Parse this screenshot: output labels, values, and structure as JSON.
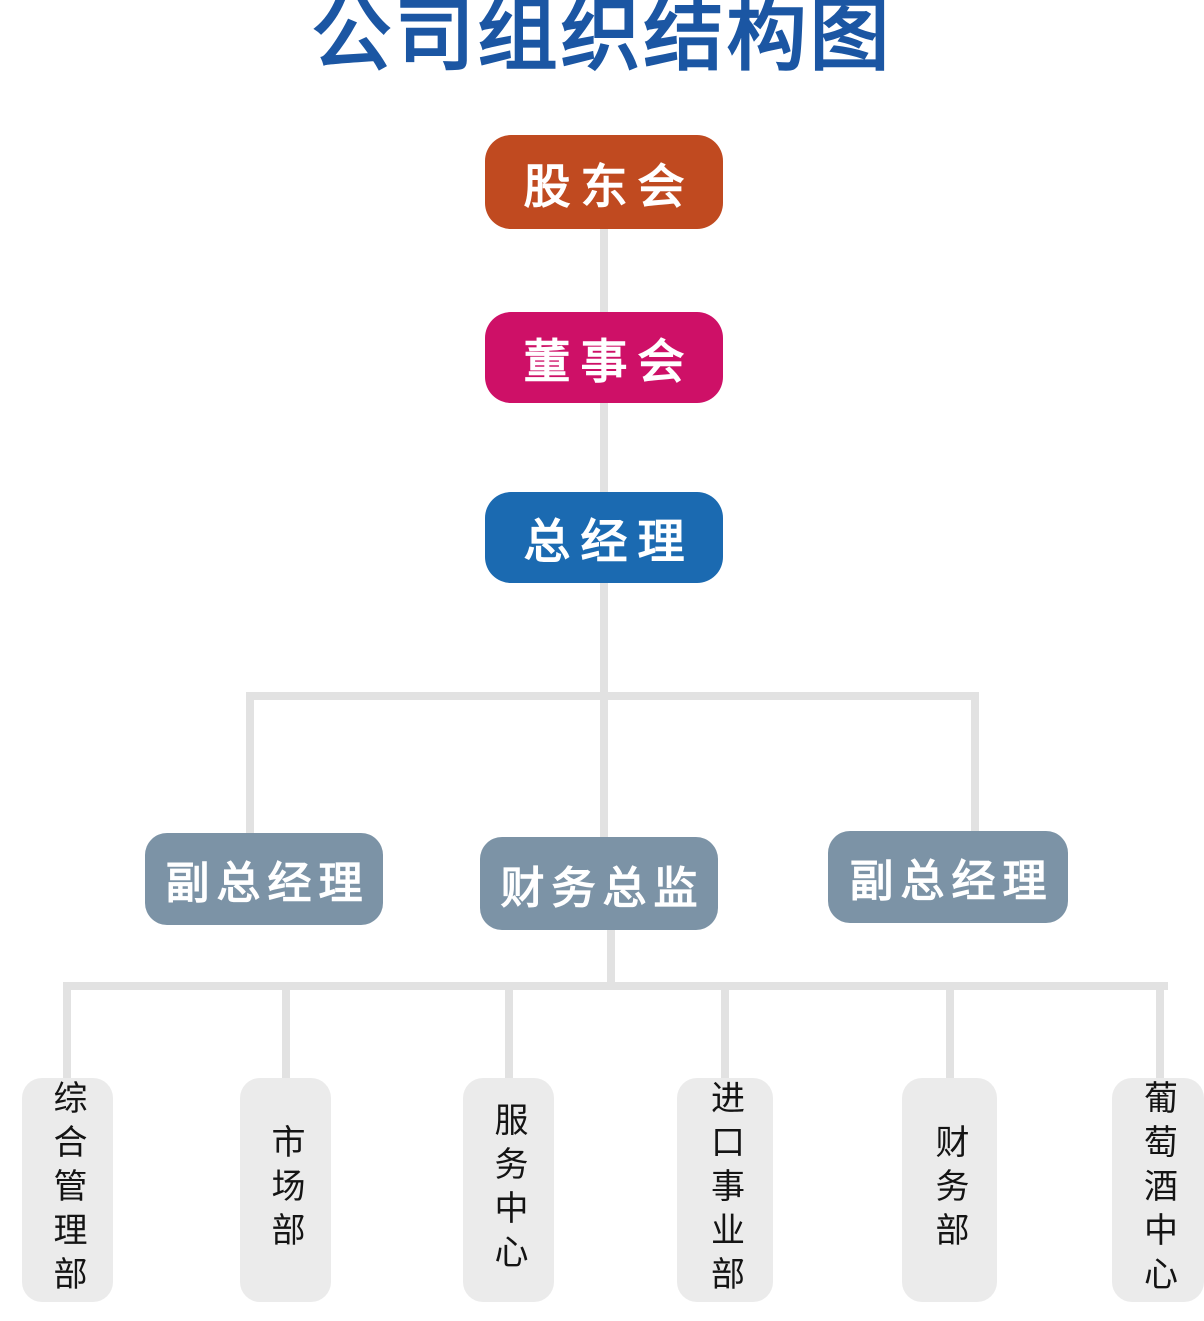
{
  "title": "公司组织结构图",
  "colors": {
    "title": "#1b56a3",
    "shareholders": "#c04a20",
    "board": "#ce1067",
    "gm": "#1b6ab1",
    "mid": "#7c93a6",
    "dept_bg": "#ebebeb",
    "dept_text": "#141414",
    "connector": "#e2e2e2"
  },
  "nodes": {
    "top": [
      {
        "label": "股东会"
      },
      {
        "label": "董事会"
      },
      {
        "label": "总经理"
      }
    ],
    "middle": [
      {
        "label": "副总经理"
      },
      {
        "label": "财务总监"
      },
      {
        "label": "副总经理"
      }
    ],
    "departments": [
      {
        "label": "综合管理部"
      },
      {
        "label": "市场部"
      },
      {
        "label": "服务中心"
      },
      {
        "label": "进口事业部"
      },
      {
        "label": "财务部"
      },
      {
        "label": "葡萄酒中心"
      }
    ]
  }
}
